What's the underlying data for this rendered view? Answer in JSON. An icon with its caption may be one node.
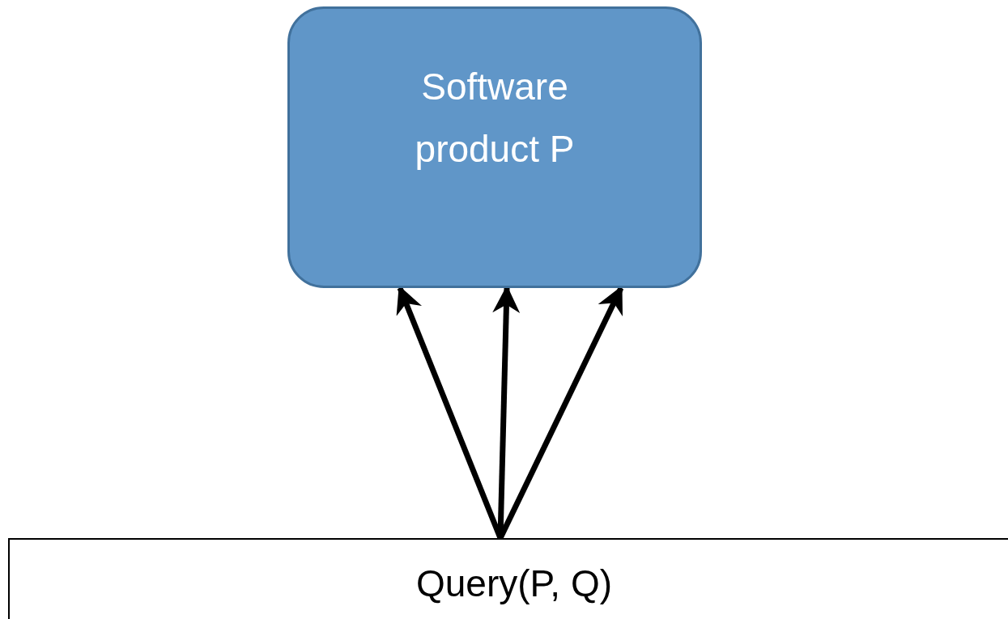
{
  "diagram": {
    "nodes": [
      {
        "text": [
          "Software product P"
        ]
      },
      {
        "text": [
          "Query(P, Q)"
        ]
      }
    ],
    "edges": [
      {
        "from": 1,
        "to": 0,
        "arrow": "to"
      },
      {
        "from": 1,
        "to": 0,
        "arrow": "to"
      },
      {
        "from": 1,
        "to": 0,
        "arrow": "to"
      }
    ]
  }
}
